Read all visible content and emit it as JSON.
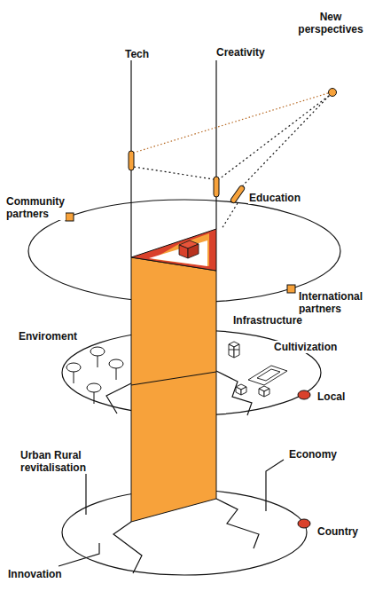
{
  "diagram": {
    "nodes": [
      {
        "text": [
          "New perspectives"
        ]
      },
      {
        "text": [
          "Education"
        ]
      }
    ],
    "edges": [
      {
        "from": 0,
        "to": 1,
        "arrow": "none"
      }
    ],
    "labels": [
      "Tech",
      "Creativity",
      "Community partners",
      "International partners",
      "Enviroment",
      "Infrastructure",
      "Cultivization",
      "Local",
      "Urban Rural revitalisation",
      "Economy",
      "Country",
      "Innovation"
    ]
  }
}
